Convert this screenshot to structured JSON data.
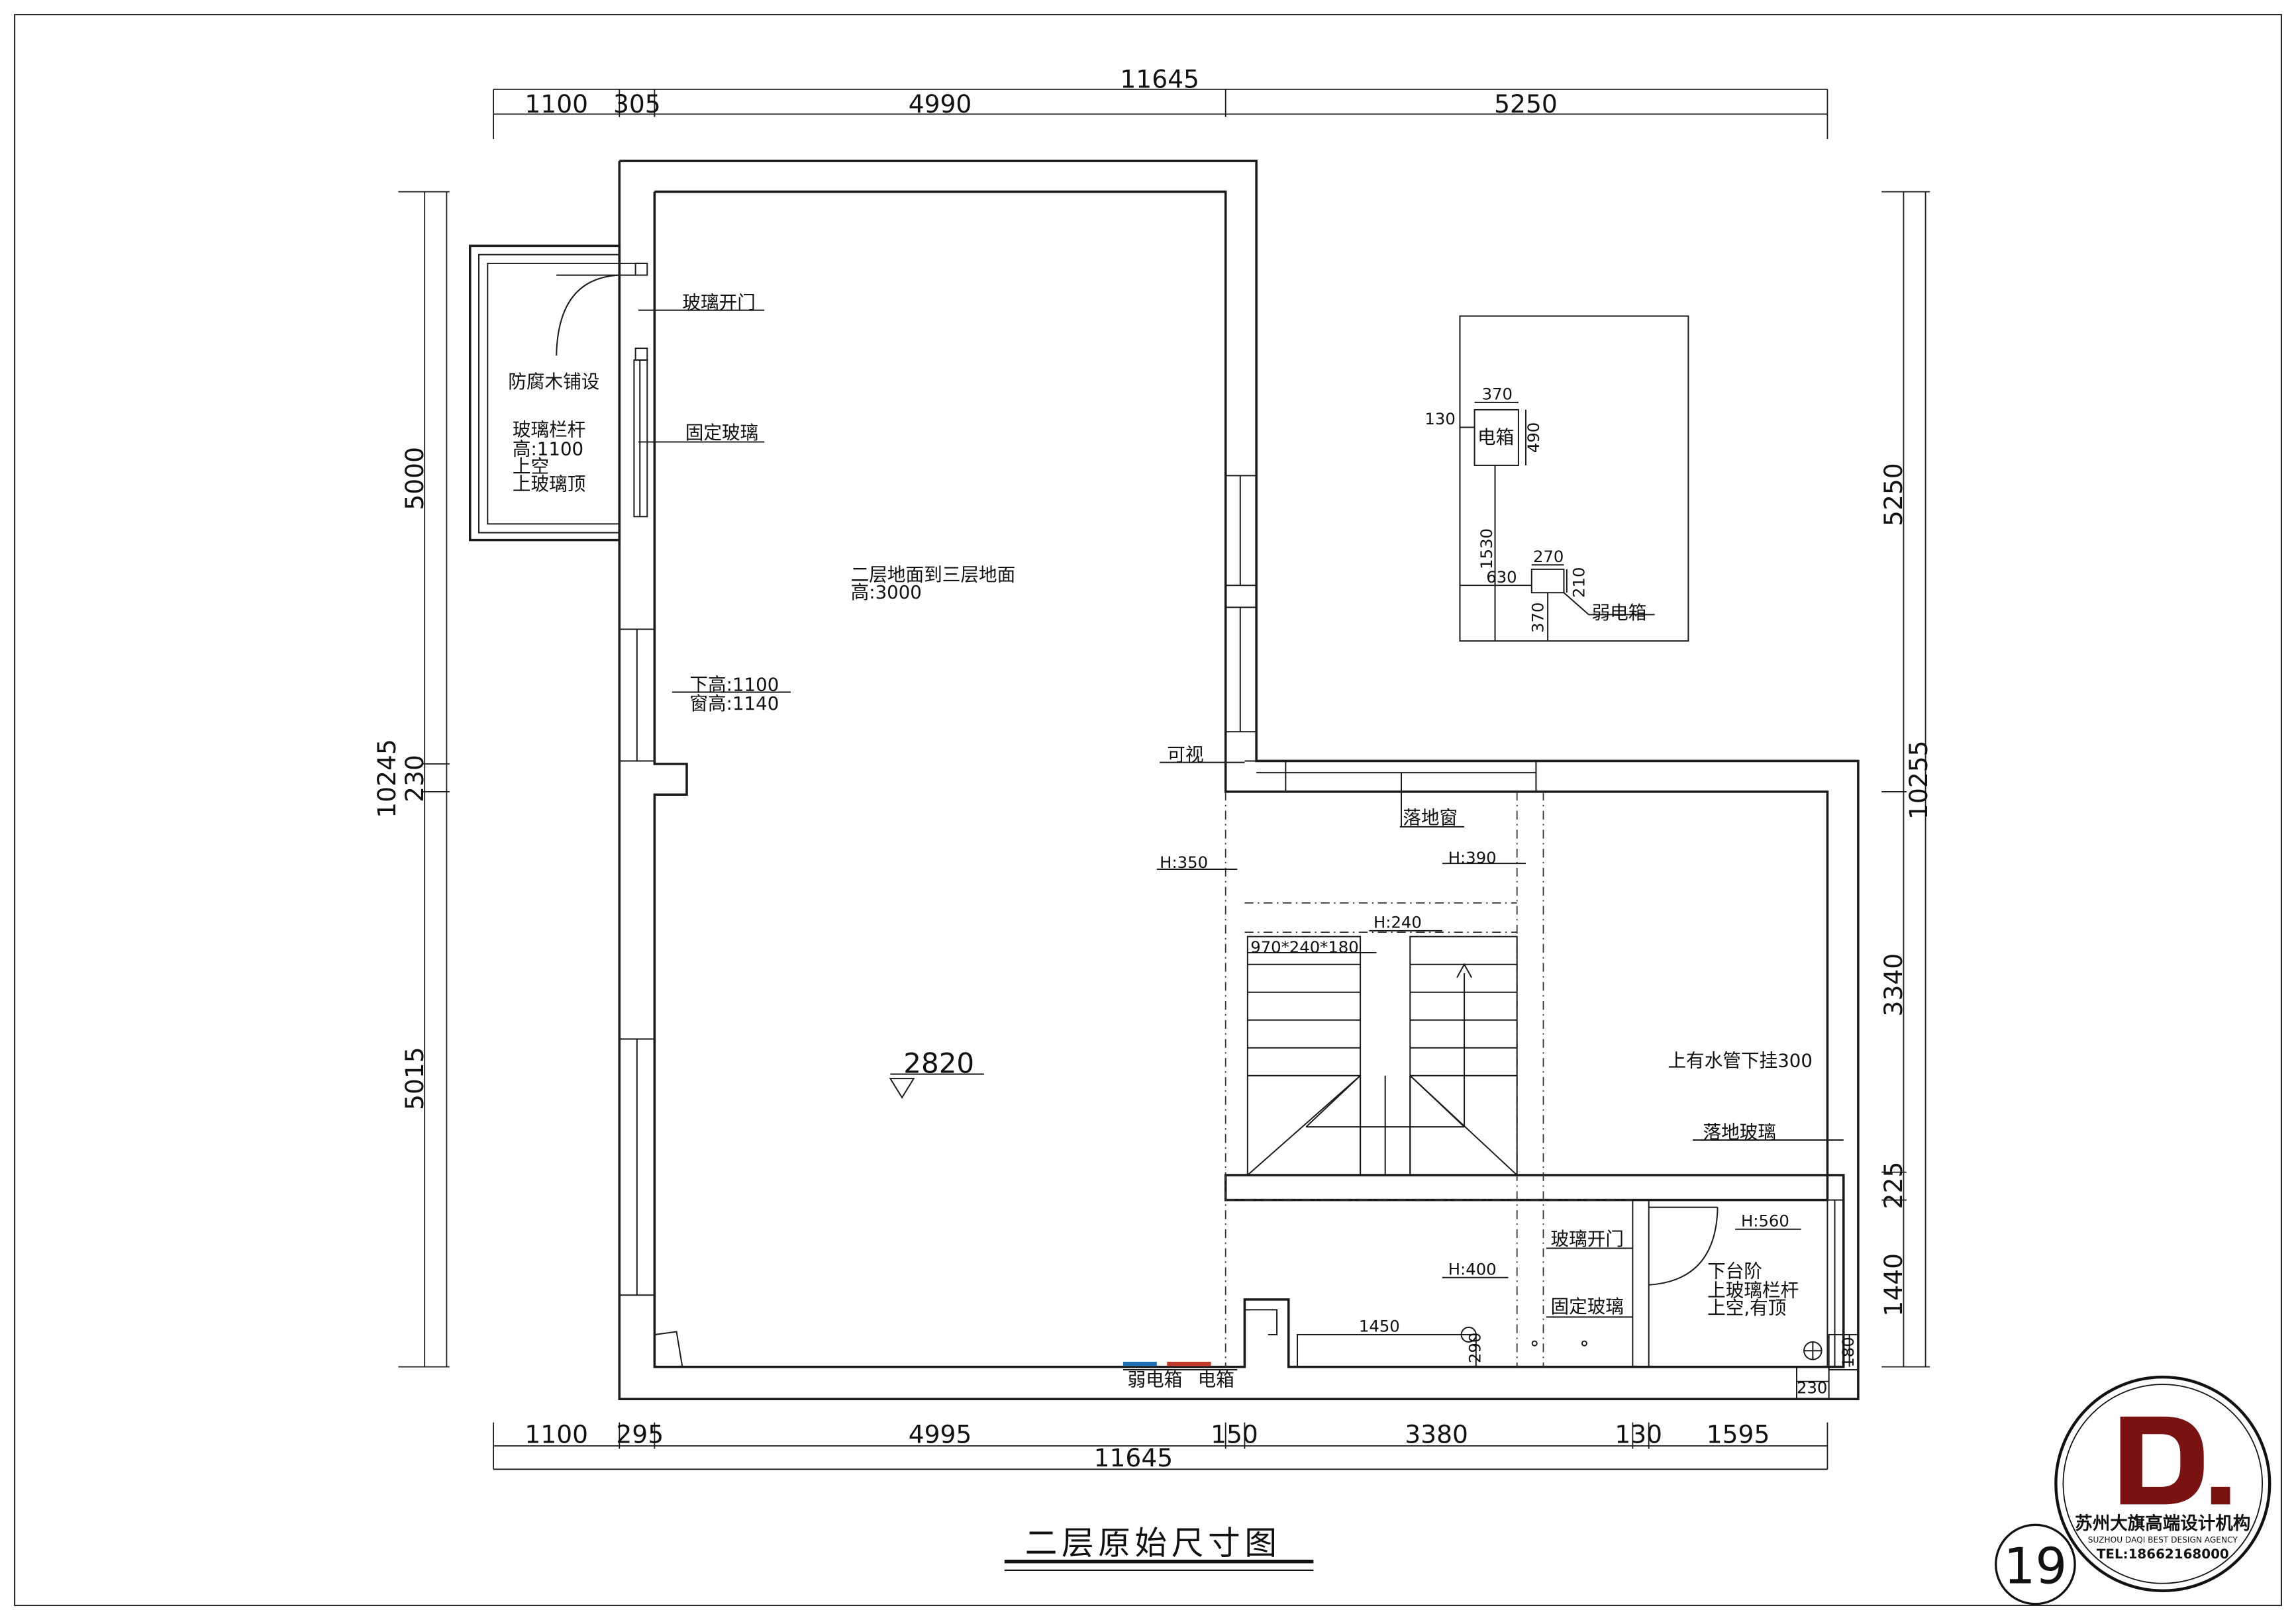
{
  "title": "二层原始尺寸图",
  "page_number": "19",
  "logo": {
    "mark": "D.",
    "company": "苏州大旗高端设计机构",
    "english": "SUZHOU DAQI BEST DESIGN AGENCY",
    "tel": "TEL:18662168000",
    "mark_color": "#7a1212"
  },
  "dims_top": {
    "total": "11645",
    "segments": [
      "1100",
      "305",
      "4990",
      "5250"
    ]
  },
  "dims_bottom": {
    "total": "11645",
    "segments": [
      "1100",
      "295",
      "4995",
      "150",
      "3380",
      "130",
      "1595"
    ]
  },
  "dims_left": {
    "total": "10245",
    "segments": [
      "5000",
      "230",
      "5015"
    ]
  },
  "dims_right": {
    "total": "10255",
    "segments": [
      "5250",
      "3340",
      "225",
      "1440"
    ]
  },
  "labels": {
    "glass_door_top": "玻璃开门",
    "fixed_glass_top": "固定玻璃",
    "balcony_wood": "防腐木铺设",
    "balcony_rail": "玻璃栏杆",
    "balcony_rail_h": "高:1100",
    "balcony_open": "上空",
    "balcony_roof": "上玻璃顶",
    "floor_height_1": "二层地面到三层地面",
    "floor_height_2": "高:3000",
    "sill_1": "下高:1100",
    "sill_2": "窗高:1140",
    "visible": "可视",
    "french_window": "落地窗",
    "h350": "H:350",
    "h390": "H:390",
    "h240": "H:240",
    "step_size": "970*240*180",
    "elevation": "2820",
    "water_pipe": "上有水管下挂300",
    "floor_glass": "落地玻璃",
    "h560": "H:560",
    "glass_door_bottom": "玻璃开门",
    "h400": "H:400",
    "step_down_1": "下台阶",
    "step_down_2": "上玻璃栏杆",
    "step_down_3": "上空,有顶",
    "fixed_glass_bottom": "固定玻璃",
    "d1450": "1450",
    "d290": "290",
    "d180": "180",
    "d230": "230",
    "weak_box": "弱电箱",
    "elec_box": "电箱"
  },
  "detail": {
    "d370": "370",
    "d130": "130",
    "box": "电箱",
    "d490": "490",
    "d1530": "1530",
    "d270": "270",
    "d630": "630",
    "d210": "210",
    "d370b": "370",
    "weak_box": "弱电箱"
  },
  "colors": {
    "weak_box_line": "#1f6fb5",
    "elec_box_line": "#c0392b"
  }
}
